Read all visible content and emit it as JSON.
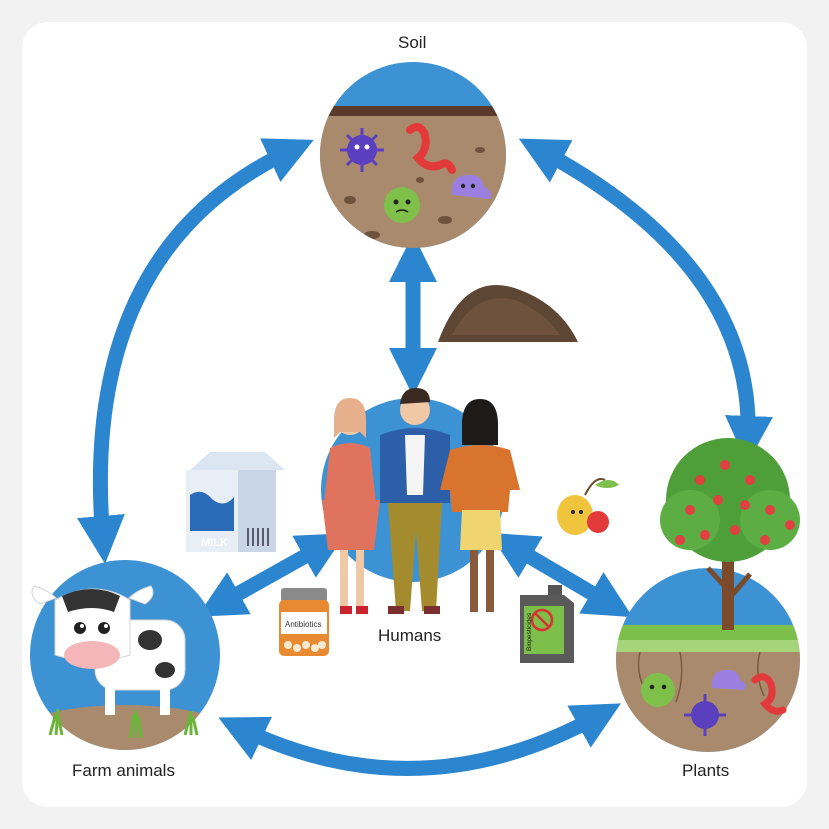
{
  "nodes": {
    "soil": "Soil",
    "humans": "Humans",
    "farm_animals": "Farm animals",
    "plants": "Plants"
  },
  "items": {
    "milk": "MILK",
    "antibiotics": "Antibiotics",
    "biopesticides": "Biopesticides"
  },
  "colors": {
    "arrow": "#2b86cf",
    "circle": "#3d92d4",
    "soil_brown": "#a98a6c",
    "grass": "#7cbf4a"
  }
}
